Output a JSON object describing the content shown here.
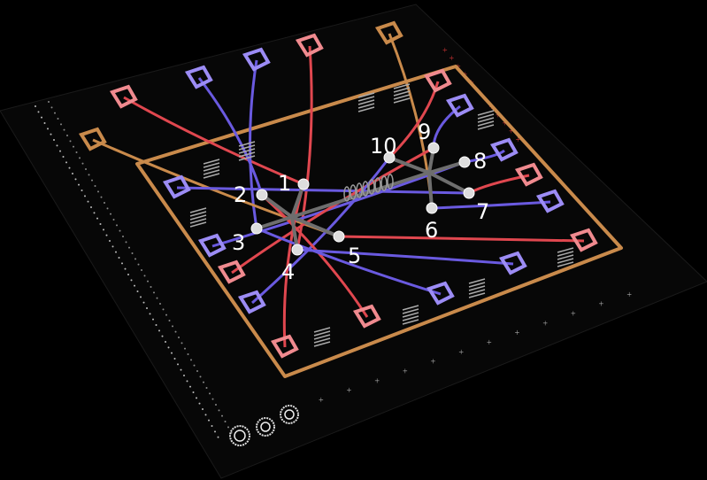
{
  "title": "Quantum processor chip layout (3D render)",
  "qubit_labels": [
    "1",
    "2",
    "3",
    "4",
    "5",
    "6",
    "7",
    "8",
    "9",
    "10"
  ],
  "colors": {
    "background": "#000000",
    "chip": "#060606",
    "frame": "#c98a4b",
    "red_line": "#e0474f",
    "blue_line": "#6a5ae0",
    "red_pad": "#f08a8f",
    "blue_pad": "#9c8cf5",
    "bus": "#6e6e6e",
    "white": "#ffffff"
  },
  "logos": [
    "logo-1",
    "logo-2",
    "logo-3"
  ]
}
